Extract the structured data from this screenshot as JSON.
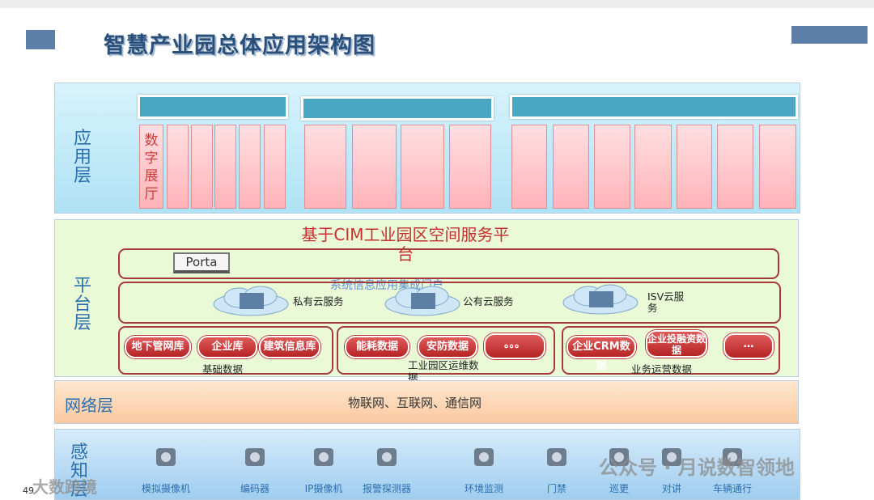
{
  "title": "智慧产业园总体应用架构图",
  "layers": {
    "app": "应用层",
    "platform": "平台层",
    "network": "网络层",
    "perception": "感知层"
  },
  "app": {
    "first_col": "数字展厅"
  },
  "platform": {
    "heading": "基于CIM工业园区空间服务平台",
    "portal": "Porta",
    "portal_caption": "系统信息应用集成门户",
    "clouds": [
      "私有云服务",
      "公有云服务",
      "ISV云服务"
    ],
    "groups": [
      {
        "items": [
          "地下管网库",
          "企业库",
          "建筑信息库"
        ],
        "caption": "基础数据"
      },
      {
        "items": [
          "能耗数据",
          "安防数据",
          "。。。"
        ],
        "caption": "工业园区运维数据"
      },
      {
        "items": [
          "企业CRM数据",
          "企业投融资数据",
          "…"
        ],
        "caption": "业务运营数据"
      }
    ]
  },
  "network": {
    "text": "物联网、互联网、通信网"
  },
  "perception": {
    "devices": [
      "模拟摄像机",
      "编码器",
      "IP摄像机",
      "报警探测器",
      "环境监测",
      "门禁",
      "巡更",
      "对讲",
      "车辆通行"
    ]
  },
  "page_number": "49",
  "watermarks": {
    "left": "大数跨境",
    "right": "公众号 · 月说数智领地"
  },
  "colors": {
    "title": "#2a4f7a",
    "header": "#4aa7c4",
    "pill": "#c53030",
    "label": "#2c6fb0"
  }
}
